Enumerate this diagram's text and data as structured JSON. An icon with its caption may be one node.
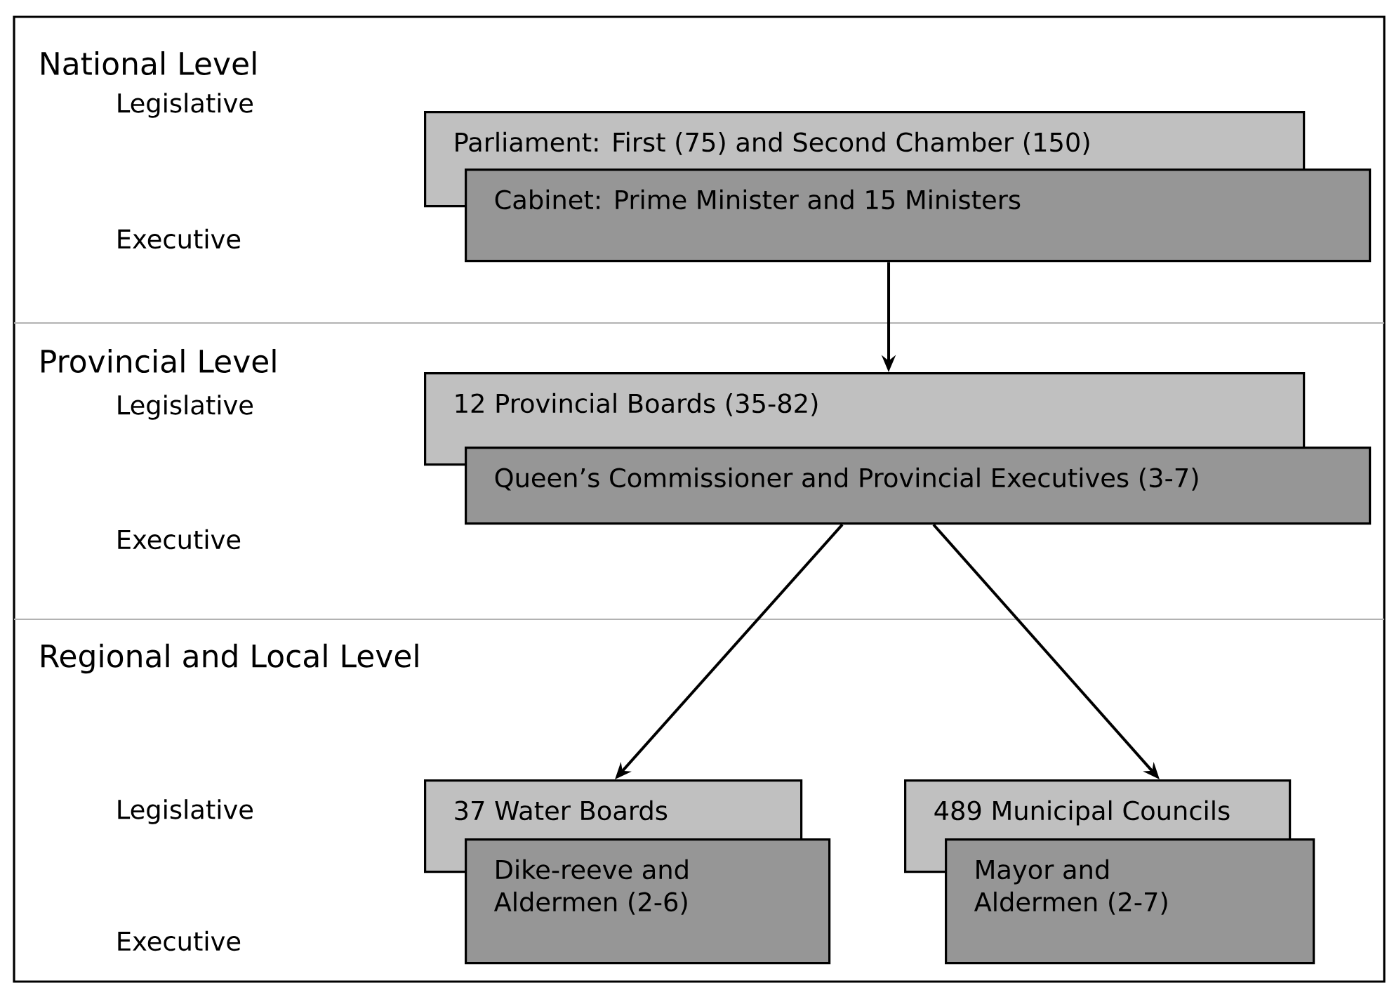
{
  "diagram": {
    "nodes": [
      {
        "text": [
          "Parliament: First (75) and Second Chamber (150)"
        ]
      },
      {
        "text": [
          "Cabinet: Prime Minister and 15 Ministers"
        ]
      },
      {
        "text": [
          "12 Provincial Boards (35-82)"
        ]
      },
      {
        "text": [
          "Queen’s Commissioner and Provincial Executives (3-7)"
        ]
      },
      {
        "text": [
          "37 Water Boards"
        ]
      },
      {
        "text": [
          "Dike-reeve and Aldermen (2-6)"
        ]
      },
      {
        "text": [
          "489 Municipal Councils"
        ]
      },
      {
        "text": [
          "Mayor and Aldermen (2-7)"
        ]
      }
    ],
    "edges": [
      {
        "from": 1,
        "to": 2,
        "arrow": "to"
      },
      {
        "from": 3,
        "to": 4,
        "arrow": "to"
      },
      {
        "from": 3,
        "to": 6,
        "arrow": "to"
      }
    ],
    "labels": [
      "National Level",
      "Legislative",
      "Executive",
      "Provincial Level",
      "Legislative",
      "Executive",
      "Regional and Local Level",
      "Legislative",
      "Executive"
    ]
  }
}
